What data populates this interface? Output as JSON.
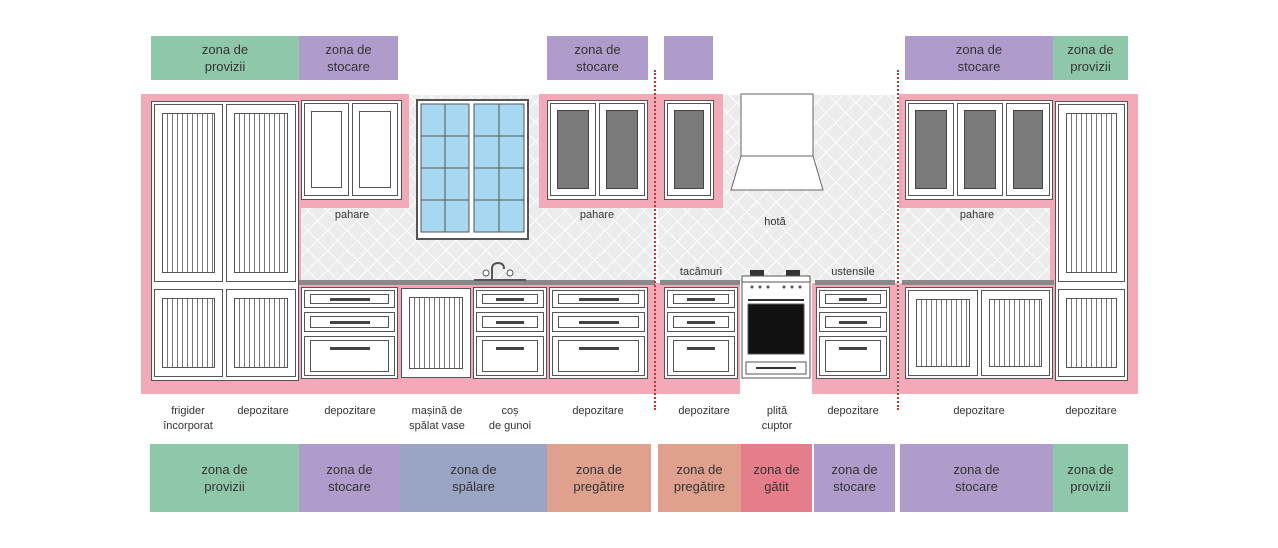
{
  "colors": {
    "provizii": "#8fc8a8",
    "stocare": "#b09ccb",
    "spalare": "#9aa5c5",
    "pregatire": "#dfa18e",
    "gatit": "#e67d8a",
    "cabinet_outline": "#f4a9b8",
    "window": "#a8d8f0",
    "divider": "#c0392b"
  },
  "top_zones": [
    {
      "label": "zona de\nprovizii",
      "zone": "provizii"
    },
    {
      "label": "zona de\nstocare",
      "zone": "stocare"
    },
    {
      "label": "zona de\nstocare",
      "zone": "stocare"
    },
    {
      "label": "",
      "zone": "stocare"
    },
    {
      "label": "zona de\nstocare",
      "zone": "stocare"
    },
    {
      "label": "zona de\nprovizii",
      "zone": "provizii"
    }
  ],
  "upper_labels": {
    "pahare_1": "pahare",
    "pahare_2": "pahare",
    "hota": "hotă",
    "pahare_3": "pahare",
    "tacamuri": "tacâmuri",
    "ustensile": "ustensile"
  },
  "appliance_labels": [
    "frigider\nîncorporat",
    "depozitare",
    "depozitare",
    "mașină de\nspălat vase",
    "coș\nde gunoi",
    "depozitare",
    "depozitare",
    "plită\ncuptor",
    "depozitare",
    "depozitare",
    "depozitare"
  ],
  "bottom_zones": [
    {
      "label": "zona de\nprovizii",
      "zone": "provizii"
    },
    {
      "label": "zona de\nstocare",
      "zone": "stocare"
    },
    {
      "label": "zona de\nspălare",
      "zone": "spalare"
    },
    {
      "label": "zona de\npregătire",
      "zone": "pregatire"
    },
    {
      "label": "zona de\npregătire",
      "zone": "pregatire"
    },
    {
      "label": "zona de\ngătit",
      "zone": "gatit"
    },
    {
      "label": "zona de\nstocare",
      "zone": "stocare"
    },
    {
      "label": "zona de\nstocare",
      "zone": "stocare"
    },
    {
      "label": "zona de\nprovizii",
      "zone": "provizii"
    }
  ]
}
